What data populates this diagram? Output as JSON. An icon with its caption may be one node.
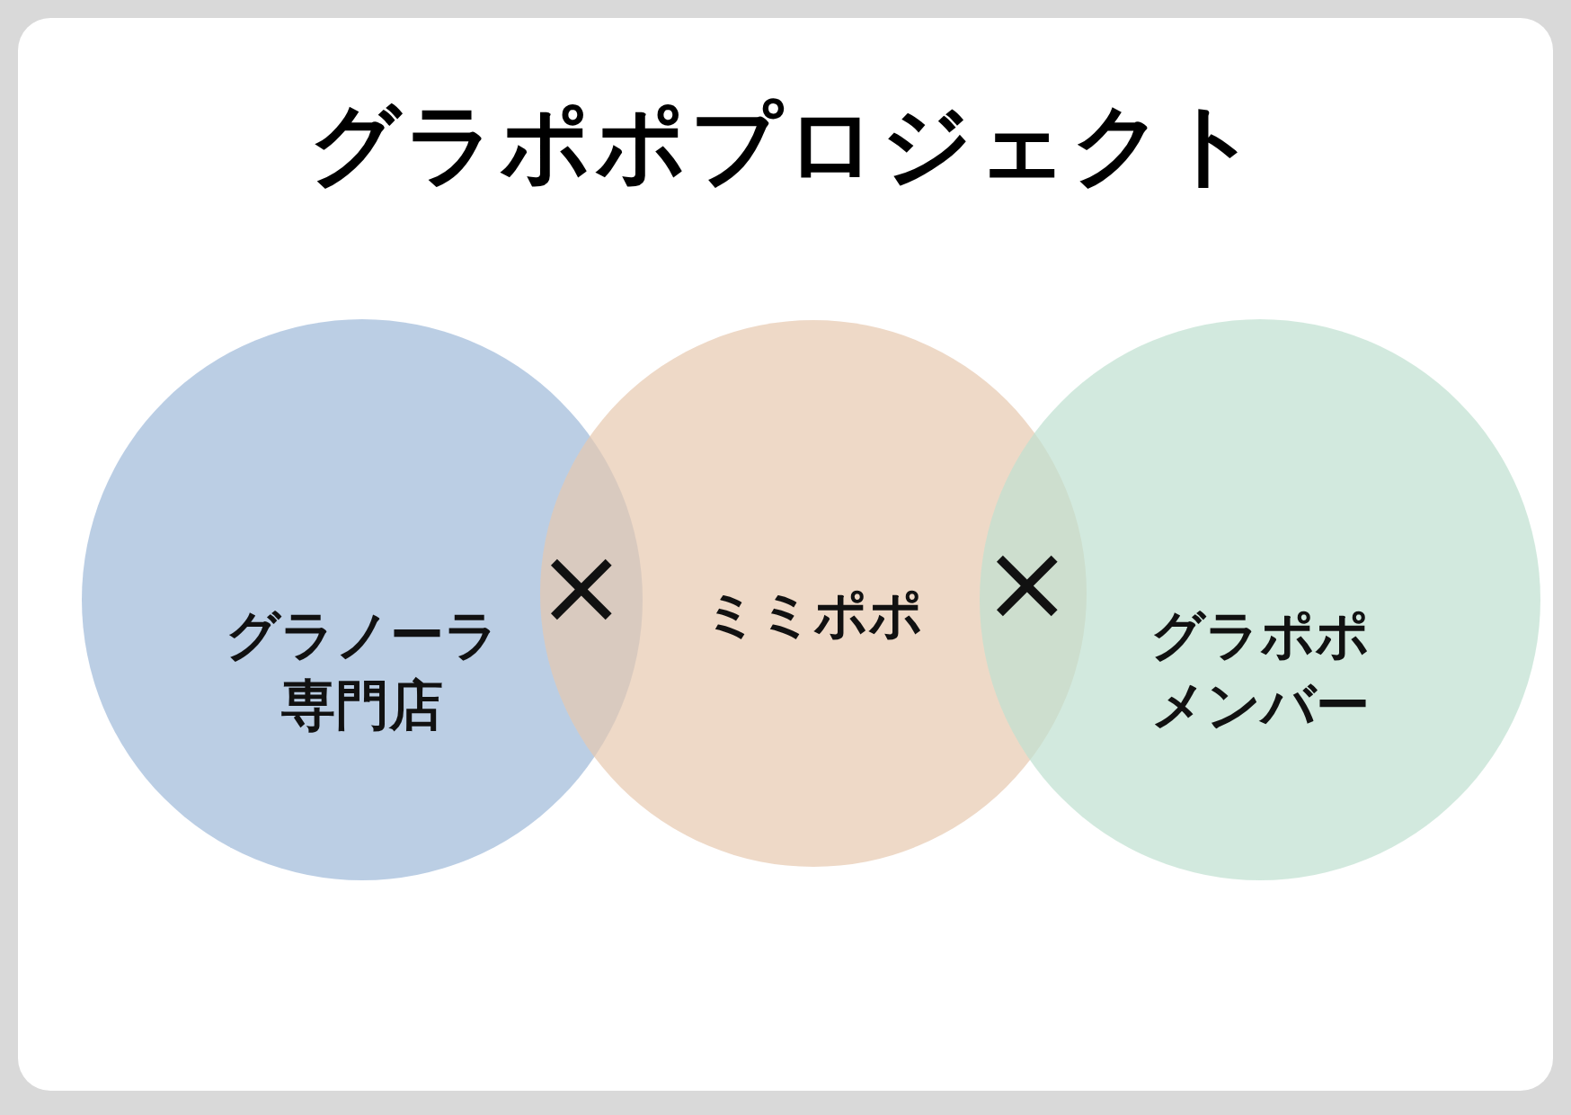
{
  "diagram": {
    "title": "グラポポプロジェクト",
    "nodes": [
      {
        "text": [
          "グラノーラ専門店"
        ]
      },
      {
        "text": [
          "ミミポポ"
        ]
      },
      {
        "text": [
          "グラポポメンバー"
        ]
      }
    ],
    "labels": [
      "×",
      "×"
    ]
  }
}
